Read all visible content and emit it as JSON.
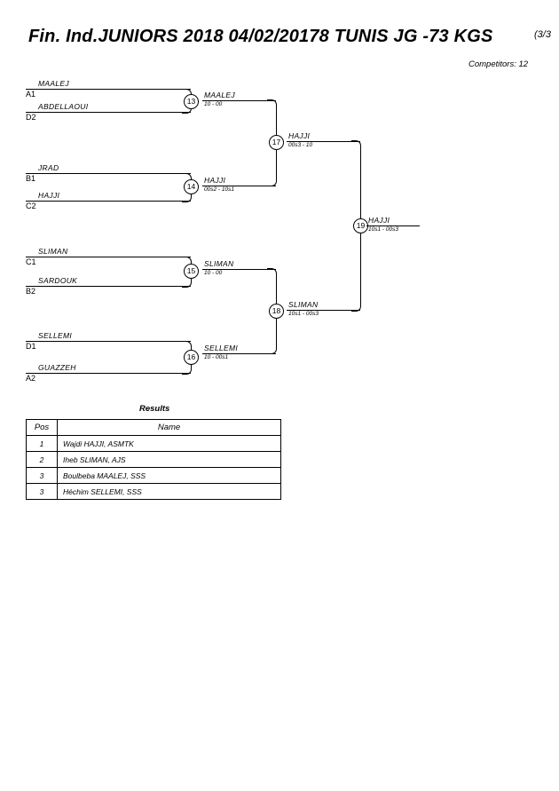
{
  "header": {
    "title": "Fin. Ind.JUNIORS 2018  04/02/20178  TUNIS   JG -73 KGS",
    "page_indicator": "(3/3",
    "competitors": "Competitors: 12"
  },
  "bracket": {
    "round1": [
      {
        "name": "MAALEJ",
        "seed": "A1"
      },
      {
        "name": "ABDELLAOUI",
        "seed": "D2"
      },
      {
        "name": "JRAD",
        "seed": "B1"
      },
      {
        "name": "HAJJI",
        "seed": "C2"
      },
      {
        "name": "SLIMAN",
        "seed": "C1"
      },
      {
        "name": "SARDOUK",
        "seed": "B2"
      },
      {
        "name": "SELLEMI",
        "seed": "D1"
      },
      {
        "name": "GUAZZEH",
        "seed": "A2"
      }
    ],
    "matches": [
      {
        "num": "13",
        "winner": "MAALEJ",
        "score": "10 - 00"
      },
      {
        "num": "14",
        "winner": "HAJJI",
        "score": "00s2 - 10s1"
      },
      {
        "num": "15",
        "winner": "SLIMAN",
        "score": "10 - 00"
      },
      {
        "num": "16",
        "winner": "SELLEMI",
        "score": "10 - 00s1"
      },
      {
        "num": "17",
        "winner": "HAJJI",
        "score": "00s3 - 10"
      },
      {
        "num": "18",
        "winner": "SLIMAN",
        "score": "10s1 - 00s3"
      },
      {
        "num": "19",
        "winner": "HAJJI",
        "score": "10s1 - 00s3"
      }
    ]
  },
  "results": {
    "caption": "Results",
    "columns": [
      "Pos",
      "Name"
    ],
    "rows": [
      {
        "pos": "1",
        "name": "Wajdi HAJJI, ASMTK"
      },
      {
        "pos": "2",
        "name": "Iheb SLIMAN, AJS"
      },
      {
        "pos": "3",
        "name": "Boulbeba MAALEJ, SSS"
      },
      {
        "pos": "3",
        "name": "Héchim SELLEMI, SSS"
      }
    ]
  }
}
